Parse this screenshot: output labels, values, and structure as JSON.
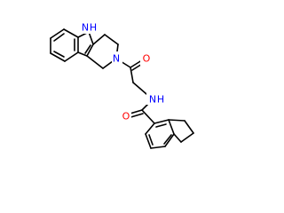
{
  "atoms": {
    "nh_indole": {
      "text": "N",
      "sub": "H",
      "color": "#0000ff"
    },
    "n_amide_ring": {
      "text": "N",
      "color": "#0000ff"
    },
    "o_ketone": {
      "text": "O",
      "color": "#ff0000"
    },
    "nh_amide": {
      "text": "N",
      "sub": "H",
      "color": "#0000ff"
    },
    "o_amide": {
      "text": "O",
      "color": "#ff0000"
    }
  },
  "colors": {
    "bond": "#000000",
    "background": "#ffffff"
  }
}
